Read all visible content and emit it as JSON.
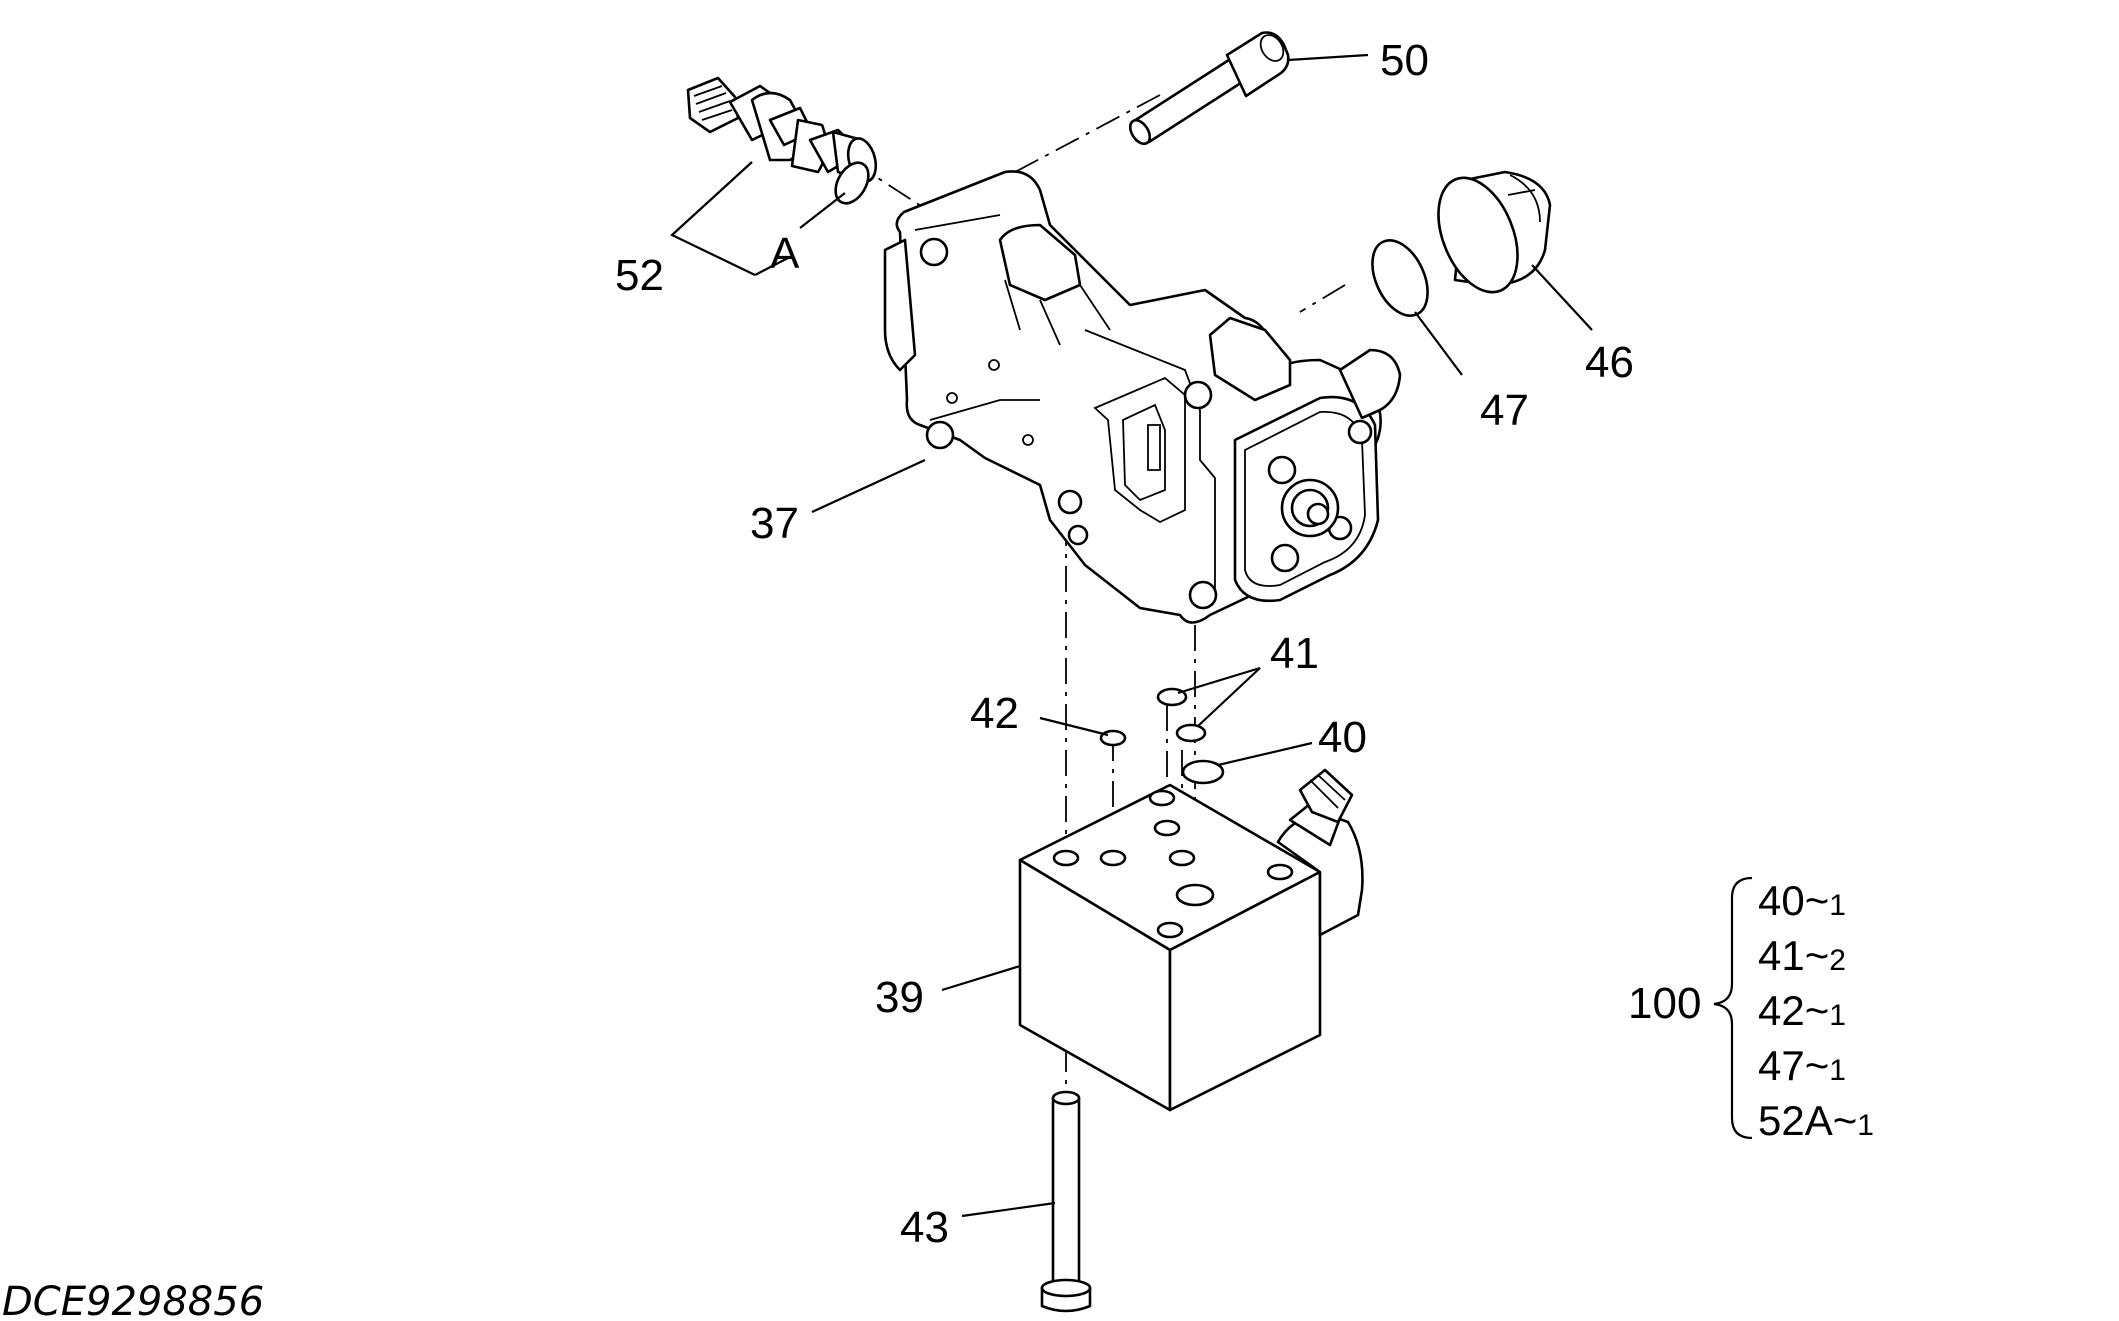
{
  "callouts": {
    "c50": "50",
    "c52": "52",
    "cA": "A",
    "c46": "46",
    "c47": "47",
    "c37": "37",
    "c41": "41",
    "c42": "42",
    "c40": "40",
    "c39": "39",
    "c43": "43"
  },
  "kit": {
    "number": "100",
    "items": [
      {
        "part": "40",
        "sep": "~",
        "qty": "1"
      },
      {
        "part": "41",
        "sep": "~",
        "qty": "2"
      },
      {
        "part": "42",
        "sep": "~",
        "qty": "1"
      },
      {
        "part": "47",
        "sep": "~",
        "qty": "1"
      },
      {
        "part": "52A",
        "sep": "~",
        "qty": "1"
      }
    ]
  },
  "drawing_code": "DCE9298856"
}
